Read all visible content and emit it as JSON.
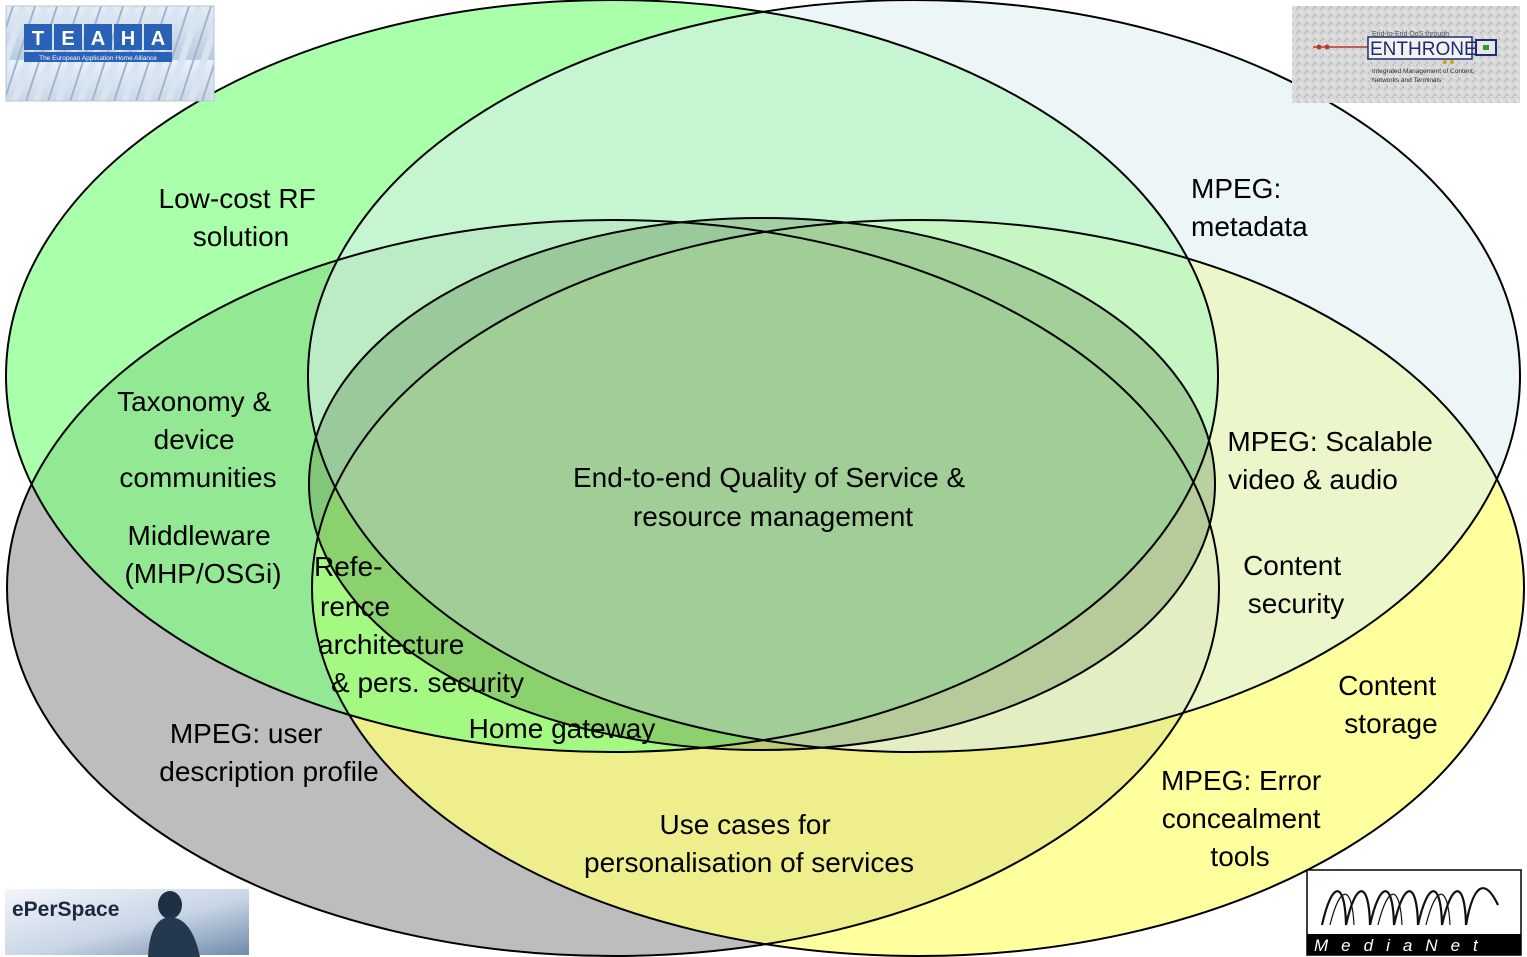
{
  "colors": {
    "teaha_ellipse": "#7CFF7C",
    "enthrone_ellipse": "#DDEEF0",
    "mediane_ellipse": "#FFFF7E",
    "eperspace_ellipse": "#BDBDBD",
    "center_ellipse": "#5E8A4E",
    "logo_teaha_blue": "#2A62B8",
    "logo_enthrone_navy": "#1F2D6E",
    "logo_mediane_bg": "#000000"
  },
  "logos": {
    "teaha": {
      "letters": [
        "T",
        "E",
        "A",
        "H",
        "A"
      ],
      "subtitle": "The European Application Home Alliance"
    },
    "enthrone": {
      "tagline": "End-to-End QoS through",
      "name": "ENTHRONE",
      "subtitle_1": "Integrated Management of Content,",
      "subtitle_2": "Networks and Terminals"
    },
    "eperspace": {
      "name": "ePerSpace"
    },
    "mediane": {
      "name": "MediaNet"
    }
  },
  "labels": {
    "low_cost_rf": [
      "Low-cost RF",
      "solution"
    ],
    "mpeg_metadata": [
      "MPEG:",
      "metadata"
    ],
    "taxonomy": [
      "Taxonomy &",
      "device",
      "communities"
    ],
    "middleware": [
      "Middleware",
      "(MHP/OSGi)"
    ],
    "qos": [
      "End-to-end Quality of Service &",
      "resource management"
    ],
    "scalable": [
      "MPEG: Scalable",
      "video & audio"
    ],
    "content_security": [
      "Content",
      "security"
    ],
    "reference": [
      "Refe-",
      "rence",
      "architecture",
      "& pers. security"
    ],
    "home_gateway": [
      "Home gateway"
    ],
    "content_storage": [
      "Content",
      "storage"
    ],
    "user_profile": [
      "MPEG: user",
      "description profile"
    ],
    "error_concealment": [
      "MPEG: Error",
      "concealment",
      "tools"
    ],
    "use_cases": [
      "Use cases for",
      "personalisation of services"
    ]
  }
}
